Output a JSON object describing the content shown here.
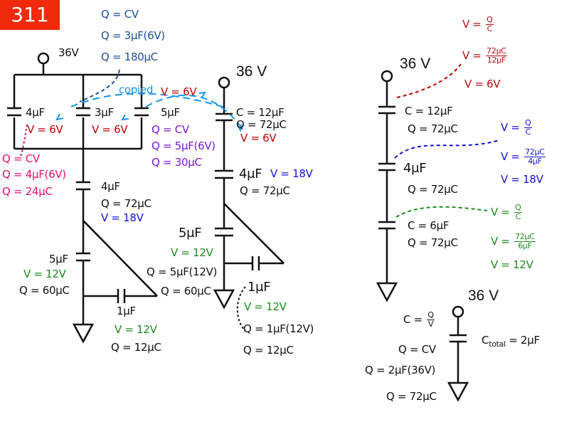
{
  "badge": {
    "number": "311",
    "color": "#f02a0a"
  },
  "annotation_colors": {
    "black": "#111111",
    "red": "#c00000",
    "blue": "#1414d2",
    "navy": "#1f4e9a",
    "purple": "#7a18d8",
    "pink": "#e0106e",
    "green": "#1e8a1e",
    "cyan": "#1a96e8"
  },
  "circuit_original": {
    "source": "36V",
    "c_parallel_left": "4μF",
    "c_parallel_mid": "3μF",
    "c_parallel_right": "5μF",
    "v_left": "V = 6V",
    "v_mid": "V = 6V",
    "pink_calc": [
      "Q = CV",
      "Q = 4μF(6V)",
      "Q = 24μC"
    ],
    "navy_calc": [
      "Q = CV",
      "Q = 3μF(6V)",
      "Q = 180μC"
    ],
    "purple_calc": [
      "Q = CV",
      "Q = 5μF(6V)",
      "Q = 30μC"
    ],
    "copied_note": "copied",
    "c_series": "4μF",
    "c_series_q": "Q = 72μC",
    "c_series_v": "V = 18V",
    "c_lower": "5μF",
    "c_lower_v": "V = 12V",
    "c_lower_q": "Q = 60μC",
    "c_branch": "1μF",
    "c_branch_v": "V = 12V",
    "c_branch_q": "Q = 12μC"
  },
  "circuit_middle": {
    "source": "36 V",
    "c_top": "C = 12μF",
    "c_top_q": "Q = 72μC",
    "c_top_v": "V = 6V",
    "c_top_v_copied": "V = 6V",
    "c_mid": "4μF",
    "c_mid_v": "V = 18V",
    "c_mid_q": "Q = 72μC",
    "c_low": "5μF",
    "c_low_v": "V = 12V",
    "c_low_calc": [
      "Q = 5μF(12V)",
      "Q = 60μC"
    ],
    "c_branch": "1μF",
    "c_branch_v": "V = 12V",
    "c_branch_calc": [
      "Q = 1μF(12V)",
      "Q = 12μC"
    ]
  },
  "circuit_right": {
    "source": "36 V",
    "c1": "C = 12μF",
    "c1_q": "Q = 72μC",
    "c2": "4μF",
    "c2_q": "Q = 72μC",
    "c3": "C = 6μF",
    "c3_q": "Q = 72μC",
    "red_calc": {
      "line1_lhs": "V =",
      "line1_num": "Q",
      "line1_den": "C",
      "line2_lhs": "V =",
      "line2_num": "72μC",
      "line2_den": "12μF",
      "line3": "V = 6V"
    },
    "blue_calc": {
      "line1_lhs": "V =",
      "line1_num": "Q",
      "line1_den": "C",
      "line2_lhs": "V =",
      "line2_num": "72μC",
      "line2_den": "4μF",
      "line3": "V = 18V"
    },
    "green_calc": {
      "line1_lhs": "V =",
      "line1_num": "Q",
      "line1_den": "C",
      "line2_lhs": "V =",
      "line2_num": "72μC",
      "line2_den": "6μF",
      "line3": "V = 12V"
    }
  },
  "circuit_equivalent": {
    "source": "36 V",
    "c_total_label": "C",
    "c_total_sub": "total",
    "c_total_value": "= 2μF",
    "formula_lhs": "C =",
    "formula_num": "Q",
    "formula_den": "V",
    "calc": [
      "Q = CV",
      "Q = 2μF(36V)",
      "Q = 72μC"
    ]
  }
}
